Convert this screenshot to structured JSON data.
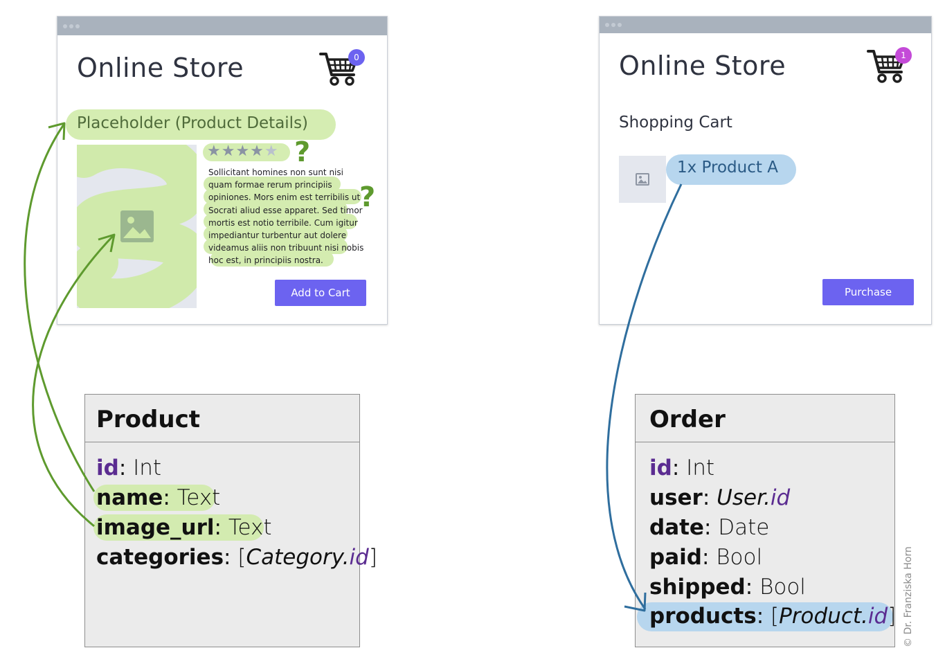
{
  "left_window": {
    "title": "Online Store",
    "cart_count": "0",
    "placeholder_label": "Placeholder (Product Details)",
    "rating": "★★★★",
    "rating_empty": "★",
    "question_mark": "?",
    "description": "Sollicitant homines non sunt nisi quam formae rerum principiis opiniones. Mors enim est terribilis ut Socrati aliud esse apparet. Sed timor mortis est notio terribile. Cum igitur impediantur turbentur aut dolere videamus aliis non tribuunt nisi nobis hoc est, in principiis nostra.",
    "add_to_cart_label": "Add to Cart"
  },
  "right_window": {
    "title": "Online Store",
    "cart_count": "1",
    "section_title": "Shopping Cart",
    "cart_item": "1x Product A",
    "purchase_label": "Purchase"
  },
  "product_model": {
    "name": "Product",
    "fields": [
      {
        "name": "id",
        "sep": ": ",
        "type": "Int"
      },
      {
        "name": "name",
        "sep": ": ",
        "type": "Text"
      },
      {
        "name": "image_url",
        "sep": ": ",
        "type": "Text"
      },
      {
        "name": "categories",
        "sep": ": ",
        "type_open": "[",
        "type_ref": "Category.",
        "type_ref_id": "id",
        "type_close": "]"
      }
    ]
  },
  "order_model": {
    "name": "Order",
    "fields": [
      {
        "name": "id",
        "sep": ": ",
        "type": "Int"
      },
      {
        "name": "user",
        "sep": ": ",
        "type_ref": "User.",
        "type_ref_id": "id"
      },
      {
        "name": "date",
        "sep": ": ",
        "type": "Date"
      },
      {
        "name": "paid",
        "sep": ": ",
        "type": "Bool"
      },
      {
        "name": "shipped",
        "sep": ": ",
        "type": "Bool"
      },
      {
        "name": "products",
        "sep": ": ",
        "type_open": "[",
        "type_ref": "Product.",
        "type_ref_id": "id",
        "type_close": "]"
      }
    ]
  },
  "credit": "© Dr. Franziska Horn",
  "colors": {
    "accent_button": "#6c63f0",
    "badge_left": "#6c63f0",
    "badge_right": "#c44ad8",
    "highlight_green": "#cfeaa7",
    "highlight_blue": "#b7d6ee",
    "arrow_green": "#5e9a2e",
    "arrow_blue": "#2f6e9e",
    "field_id_purple": "#5b2c91"
  },
  "icons": [
    "shopping-cart-icon",
    "image-icon",
    "star-icon",
    "question-mark"
  ]
}
